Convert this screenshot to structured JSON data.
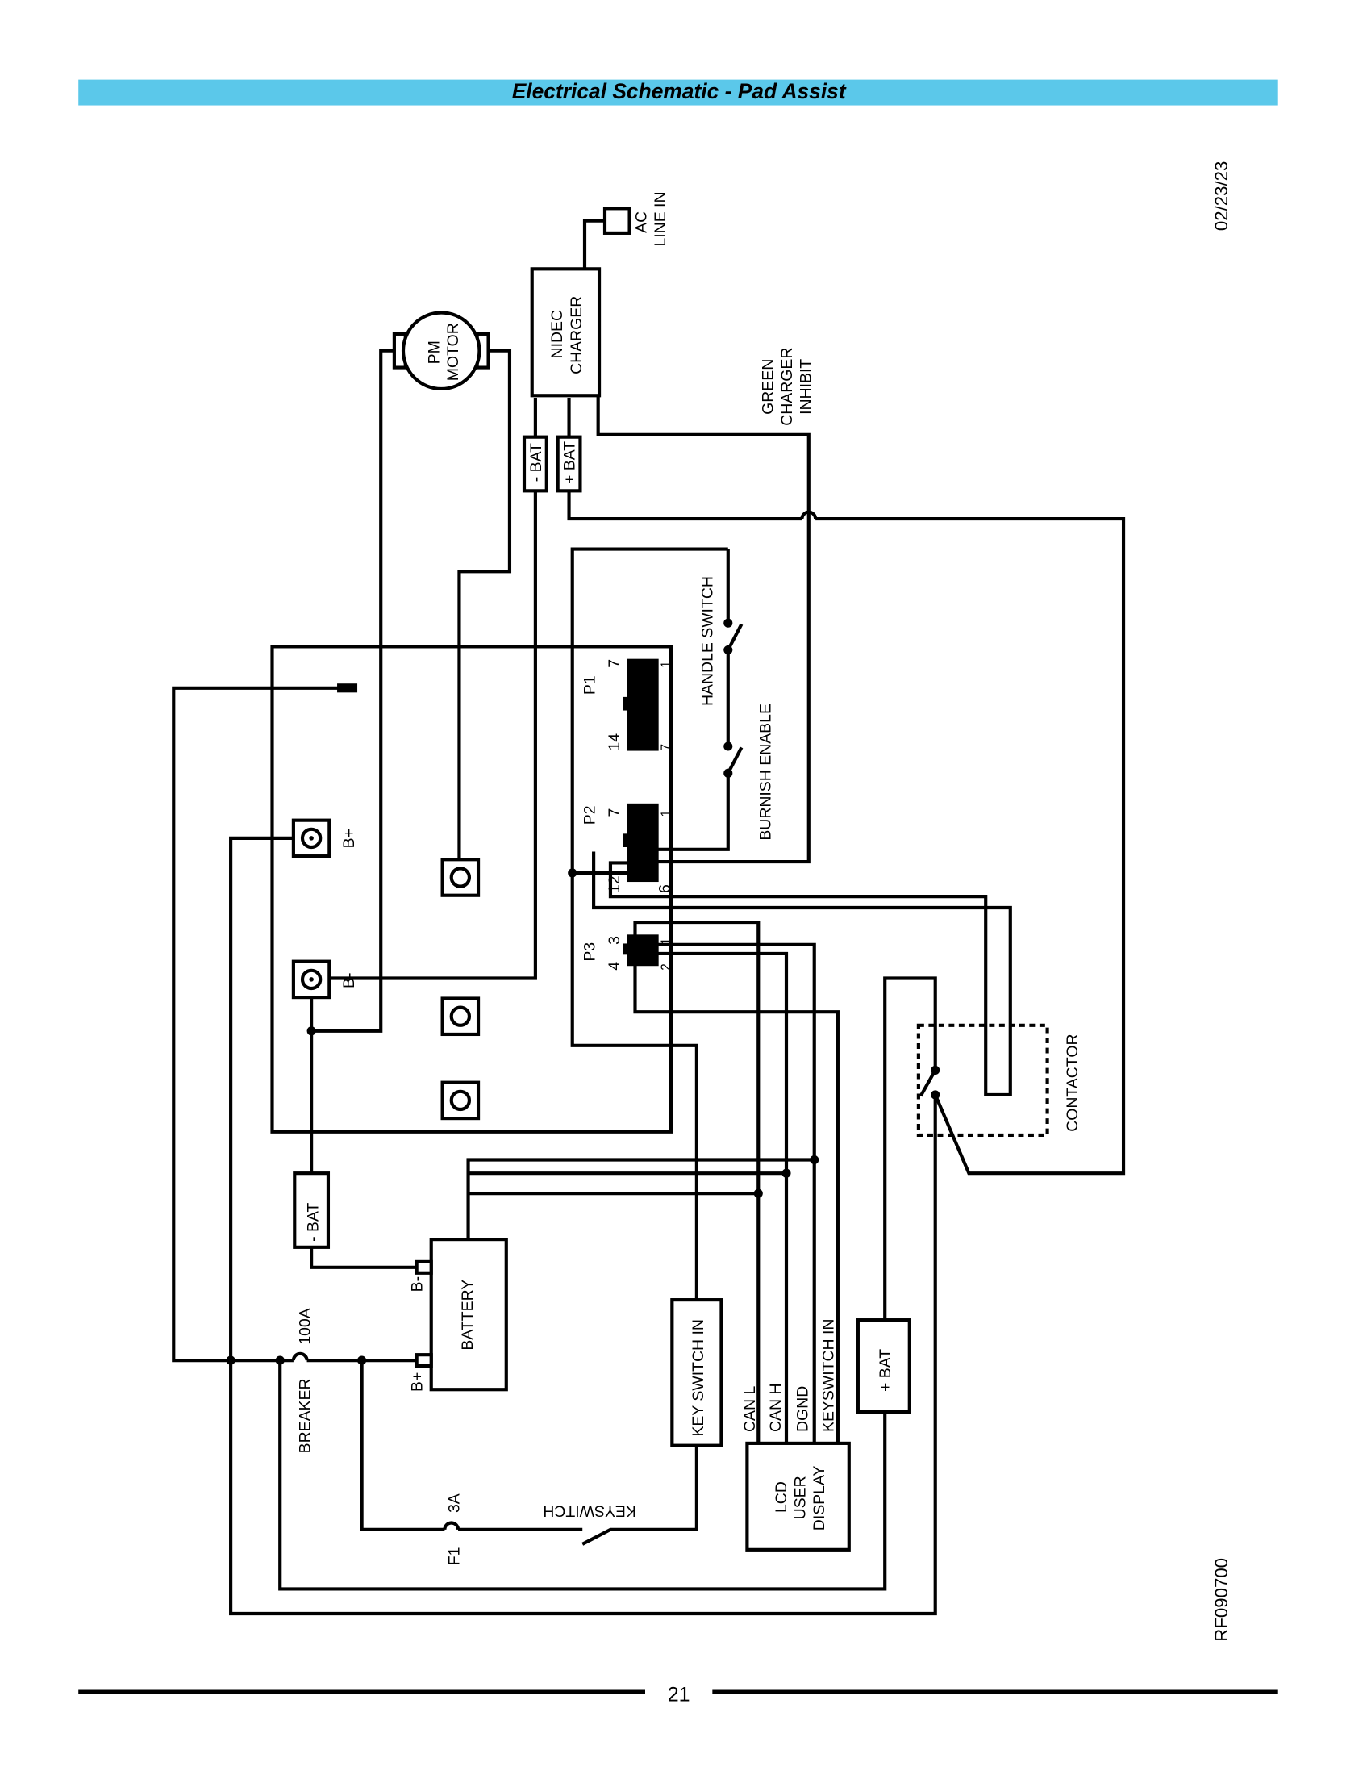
{
  "header": {
    "title": "Electrical Schematic - Pad Assist",
    "bar_color": "#5bc8ea"
  },
  "date": "02/23/23",
  "doc_number": "RF090700",
  "page_number": "21",
  "labels": {
    "ac_line_in_1": "AC",
    "ac_line_in_2": "LINE IN",
    "charger_1": "NIDEC",
    "charger_2": "CHARGER",
    "motor_1": "PM",
    "motor_2": "MOTOR",
    "neg_bat": "- BAT",
    "pos_bat": "+ BAT",
    "inhibit_1": "GREEN",
    "inhibit_2": "CHARGER",
    "inhibit_3": "INHIBIT",
    "handle_switch": "HANDLE SWITCH",
    "burnish_enable": "BURNISH ENABLE",
    "p1": "P1",
    "p2": "P2",
    "p3": "P3",
    "p1_pin_a": "7",
    "p1_pin_b": "14",
    "p1_pin_c": "1",
    "p1_pin_d": "7",
    "p2_pin_a": "7",
    "p2_pin_b": "12",
    "p2_pin_c": "1",
    "p2_pin_d": "6",
    "p3_pin_a": "3",
    "p3_pin_b": "4",
    "p3_pin_c": "1",
    "p3_pin_d": "2",
    "b_plus": "B+",
    "b_minus": "B-",
    "contactor": "CONTACTOR",
    "battery": "BATTERY",
    "batt_b_minus": "B-",
    "batt_b_plus": "B+",
    "breaker": "BREAKER",
    "breaker_rating": "100A",
    "fuse": "F1",
    "fuse_rating": "3A",
    "keyswitch": "KEYSWITCH",
    "key_switch_in": "KEY SWITCH IN",
    "can_l": "CAN L",
    "can_h": "CAN H",
    "dgnd": "DGND",
    "keyswitch_in": "KEYSWITCH IN",
    "lcd_1": "LCD",
    "lcd_2": "USER",
    "lcd_3": "DISPLAY"
  }
}
